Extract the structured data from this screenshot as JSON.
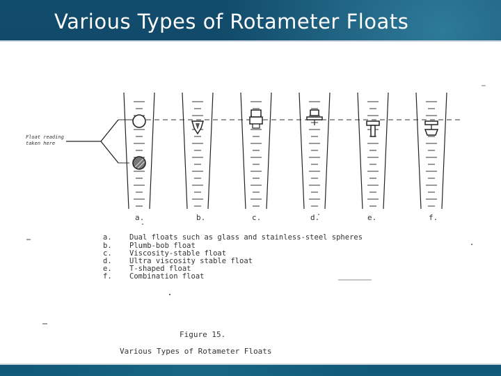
{
  "slide": {
    "title": "Various Types of Rotameter Floats"
  },
  "figure": {
    "callout_label_line1": "Float reading",
    "callout_label_line2": "taken here",
    "tube_labels": [
      "a.",
      "b.",
      "c.",
      "d.",
      "e.",
      "f."
    ],
    "legend": [
      {
        "letter": "a.",
        "text": "Dual floats such as glass and stainless-steel spheres"
      },
      {
        "letter": "b.",
        "text": "Plumb-bob float"
      },
      {
        "letter": "c.",
        "text": "Viscosity-stable float"
      },
      {
        "letter": "d.",
        "text": "Ultra viscosity stable float"
      },
      {
        "letter": "e.",
        "text": "T-shaped float"
      },
      {
        "letter": "f.",
        "text": "Combination float"
      }
    ],
    "figure_number": "Figure 15.",
    "caption": "Various Types of Rotameter Floats"
  }
}
